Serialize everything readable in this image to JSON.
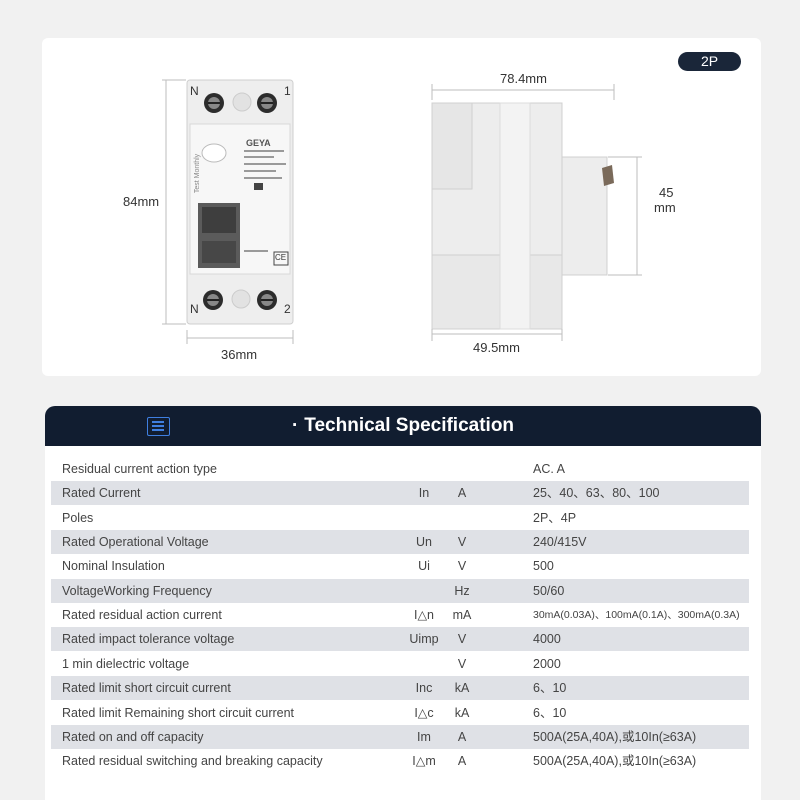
{
  "dimensions": {
    "badge": "2P",
    "front_width": "36mm",
    "front_height": "84mm",
    "side_width": "78.4mm",
    "side_base": "49.5mm",
    "side_depth_line1": "45",
    "side_depth_line2": "mm",
    "device_labels": {
      "terminal_n_top": "N",
      "terminal_1": "1",
      "terminal_n_bottom": "N",
      "terminal_2": "2",
      "brand": "GEYA",
      "test_text": "Test Monthly",
      "ce_mark": "CE"
    }
  },
  "spec": {
    "title": "Technical Specification",
    "title_dot": "·",
    "rows": [
      {
        "name": "Residual current action type",
        "symbol": "",
        "unit": "",
        "value": "AC. A",
        "shaded": false
      },
      {
        "name": "Rated Current",
        "symbol": "In",
        "unit": "A",
        "value": "25、40、63、80、100",
        "shaded": true
      },
      {
        "name": "Poles",
        "symbol": "",
        "unit": "",
        "value": "2P、4P",
        "shaded": false
      },
      {
        "name": "Rated Operational Voltage",
        "symbol": "Un",
        "unit": "V",
        "value": "240/415V",
        "shaded": true
      },
      {
        "name": "Nominal Insulation",
        "symbol": "Ui",
        "unit": "V",
        "value": "500",
        "shaded": false
      },
      {
        "name": "VoltageWorking Frequency",
        "symbol": "",
        "unit": "Hz",
        "value": "50/60",
        "shaded": true
      },
      {
        "name": "Rated residual action current",
        "symbol": "I△n",
        "unit": "mA",
        "value": "30mA(0.03A)、100mA(0.1A)、300mA(0.3A)",
        "shaded": false
      },
      {
        "name": "Rated impact tolerance voltage",
        "symbol": "Uimp",
        "unit": "V",
        "value": "4000",
        "shaded": true
      },
      {
        "name": "1 min dielectric voltage",
        "symbol": "",
        "unit": "V",
        "value": "2000",
        "shaded": false
      },
      {
        "name": "Rated limit short circuit current",
        "symbol": "Inc",
        "unit": "kA",
        "value": "6、10",
        "shaded": true
      },
      {
        "name": "Rated limit Remaining short circuit current",
        "symbol": "I△c",
        "unit": "kA",
        "value": "6、10",
        "shaded": false
      },
      {
        "name": "Rated on and off capacity",
        "symbol": "Im",
        "unit": "A",
        "value": "500A(25A,40A),或10In(≥63A)",
        "shaded": true
      },
      {
        "name": "Rated residual switching and breaking capacity",
        "symbol": "I△m",
        "unit": "A",
        "value": "500A(25A,40A),或10In(≥63A)",
        "shaded": false
      }
    ]
  }
}
